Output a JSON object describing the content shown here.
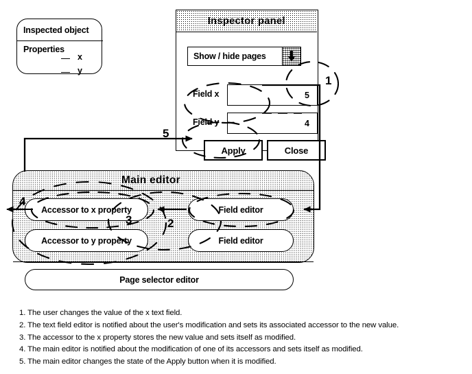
{
  "legend": {
    "title": "Inspected object",
    "properties_label": "Properties",
    "rows": [
      {
        "name": "x"
      },
      {
        "name": "y"
      }
    ]
  },
  "inspector": {
    "title": "Inspector  panel",
    "combo": {
      "label": "Show / hide pages",
      "arrow_icon": "chevron-down-icon"
    },
    "fields": [
      {
        "label": "Field x",
        "value": "5"
      },
      {
        "label": "Field y",
        "value": "4"
      }
    ],
    "buttons": {
      "apply": "Apply",
      "close": "Close"
    }
  },
  "main_editor": {
    "title": "Main editor",
    "accessors": [
      "Accessor  to x property",
      "Accessor  to y property"
    ],
    "field_editors": [
      "Field editor",
      "Field editor"
    ],
    "page_selector": "Page selector editor"
  },
  "steps": {
    "n1": "1",
    "n2": "2",
    "n3": "3",
    "n4": "4",
    "n5": "5"
  },
  "caption": [
    "1. The user changes the value of the x text field.",
    "2. The text field editor is notified about the user's modification and sets its associated accessor to the new value.",
    "3. The accessor to the x property stores the new value and sets itself as modified.",
    "4. The main editor is notified about the modification of one of its accessors and sets itself as modified.",
    "5. The main editor changes the state of the Apply button when it is modified."
  ],
  "colors": {
    "stroke": "#000000",
    "background": "#ffffff"
  }
}
